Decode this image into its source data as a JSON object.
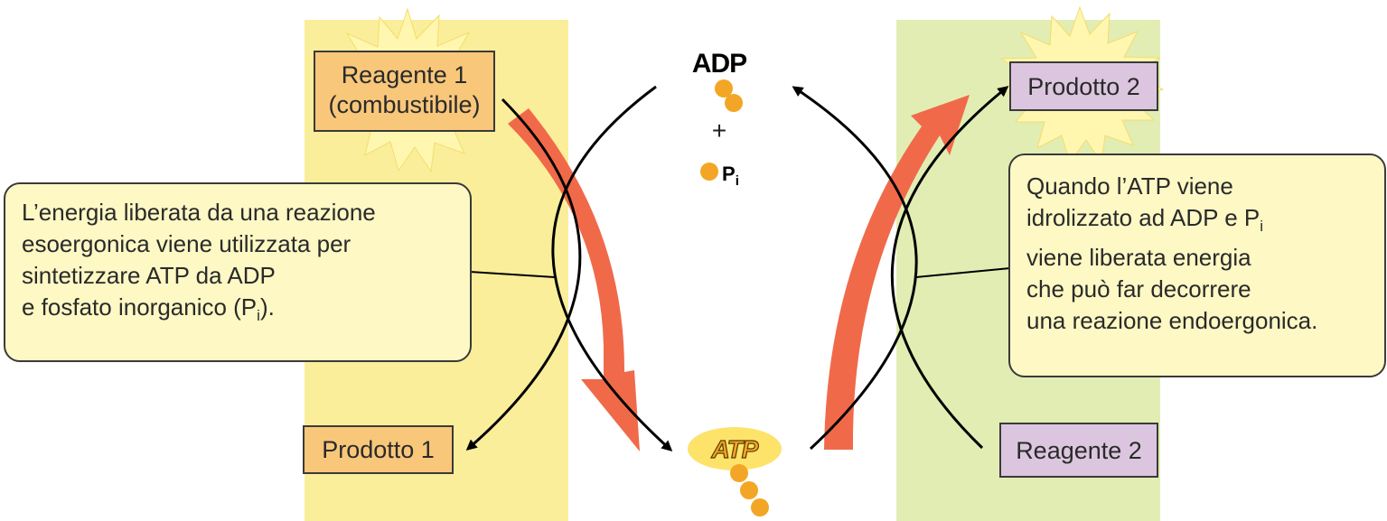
{
  "left_panel": {
    "reactant_label_line1": "Reagente 1",
    "reactant_label_line2": "(combustibile)",
    "product_label": "Prodotto 1",
    "callout_lines": [
      "L’energia liberata da una reazione",
      "esoergonica viene utilizzata per",
      "sintetizzare ATP da ADP",
      "e fosfato inorganico (P",
      "i",
      ")."
    ]
  },
  "right_panel": {
    "product_label": "Prodotto 2",
    "reactant_label": "Reagente 2",
    "callout_lines": [
      "Quando l’ATP viene",
      "idrolizzato ad ADP e P",
      "i",
      "viene liberata energia",
      "che può far decorrere",
      "una reazione endoergonica."
    ]
  },
  "center": {
    "adp_label": "ADP",
    "plus_sign": "+",
    "pi_label": "P",
    "pi_subscript": "i",
    "atp_label": "ATP"
  },
  "colors": {
    "left_panel_bg": "#fbee9a",
    "right_panel_bg": "#e2edb4",
    "energy_arrow": "#f06a4a",
    "phosphate": "#f3a626",
    "reactant_box": "#f8c77a",
    "product2_box": "#dcc6df",
    "callout_bg": "#fdf8c4"
  }
}
